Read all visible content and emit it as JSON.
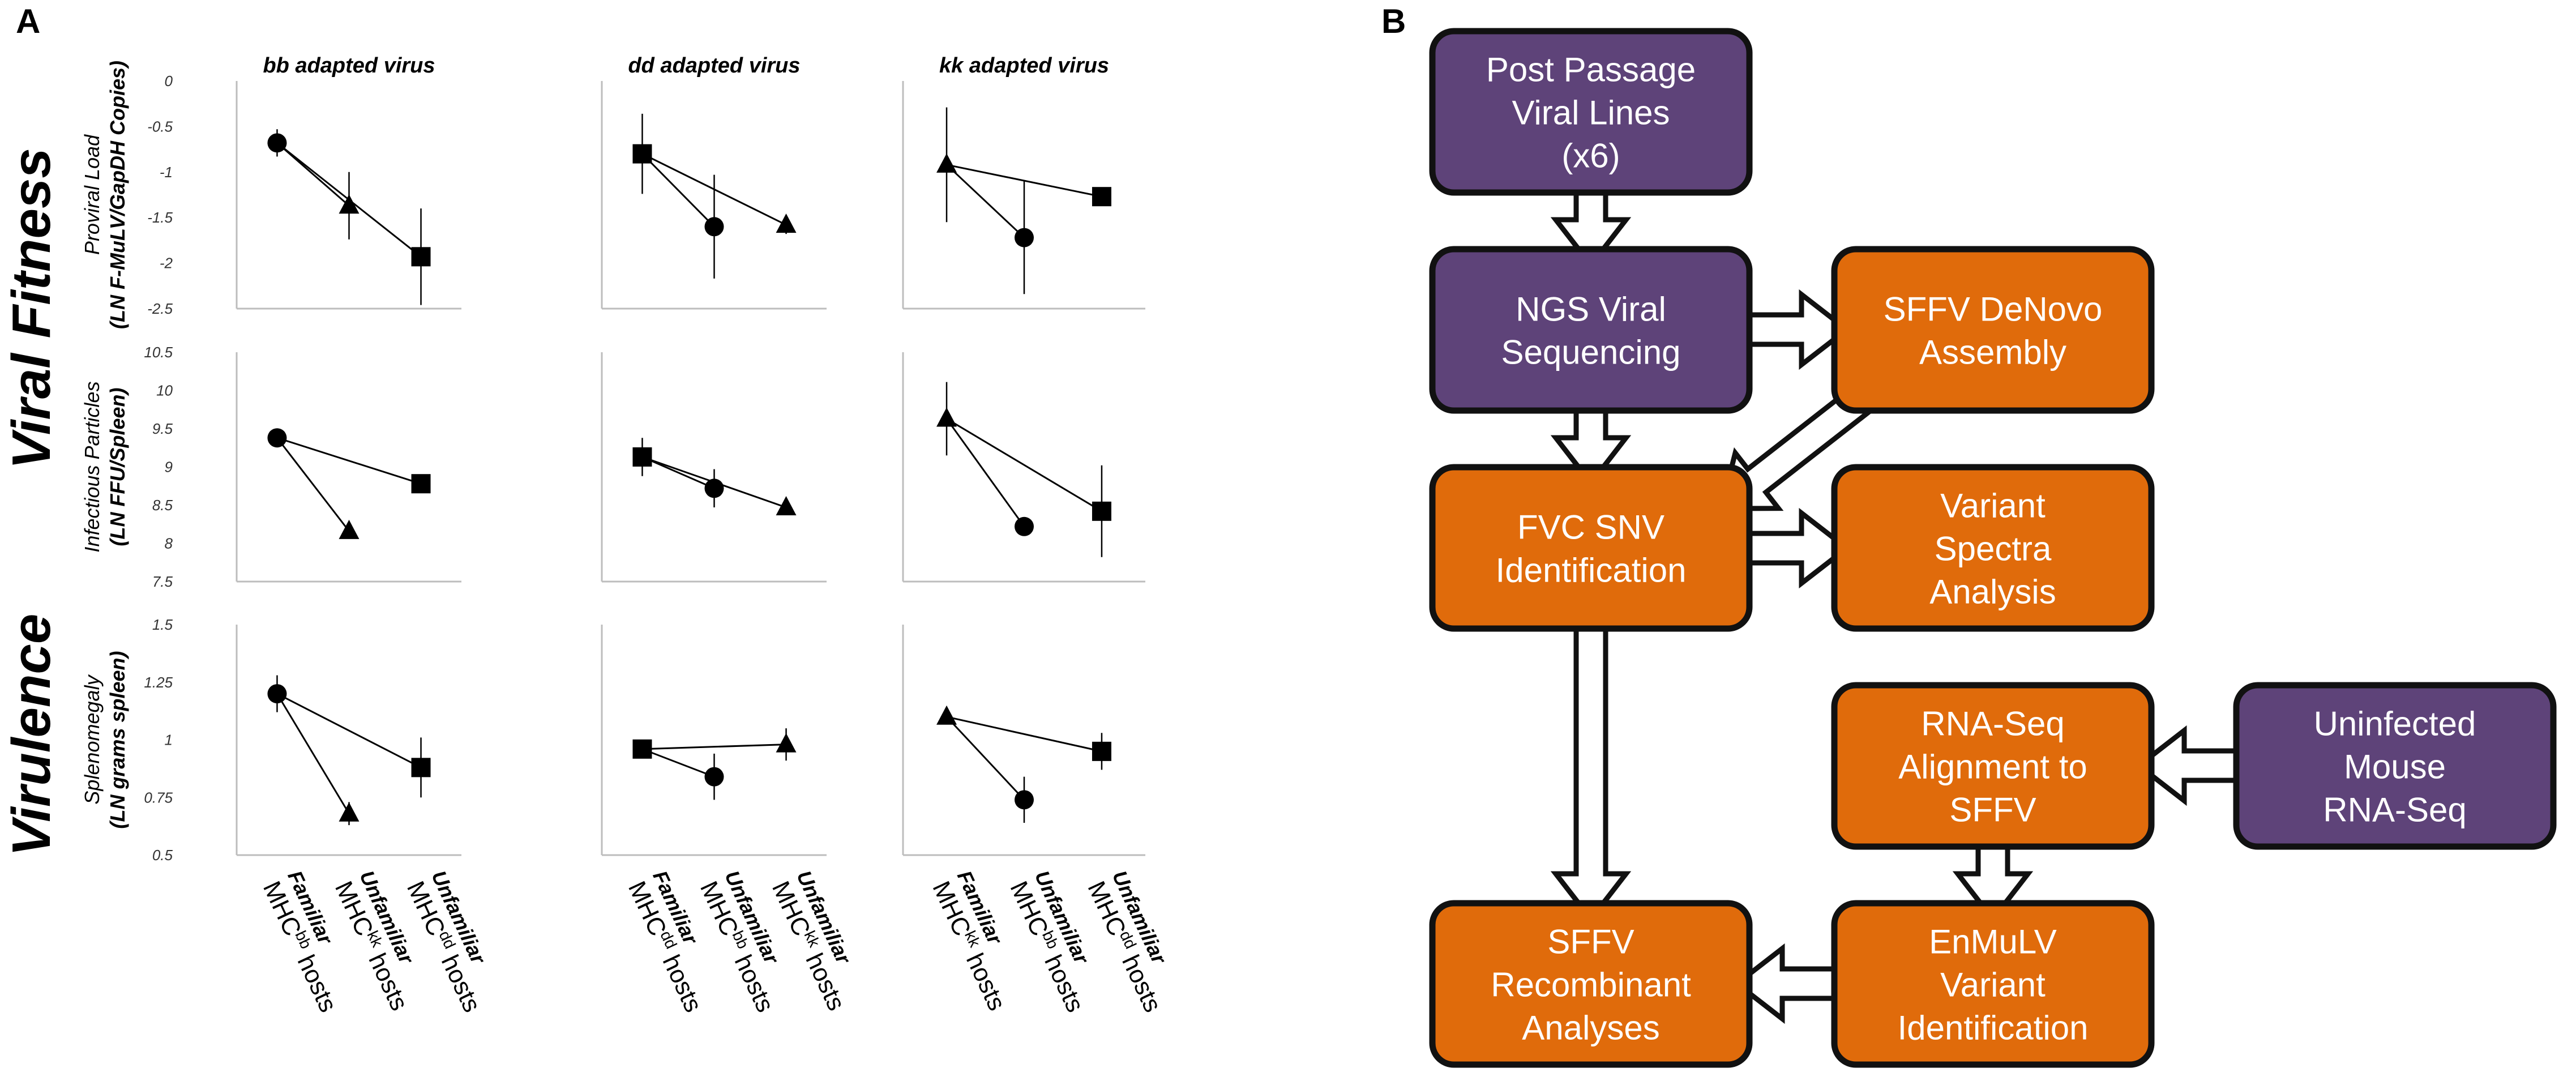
{
  "panels": {
    "a": "A",
    "b": "B"
  },
  "row_group_labels": {
    "fitness": "Viral Fitness",
    "virulence": "Virulence"
  },
  "row_axis_labels": [
    [
      "Proviral Load",
      "(LN F-MuLV/GapDH Copies)"
    ],
    [
      "Infectious Particles",
      "(LN FFU/Spleen)"
    ],
    [
      "Splenomegaly",
      "(LN grams spleen)"
    ]
  ],
  "column_titles": [
    "bb adapted virus",
    "dd adapted virus",
    "kk adapted virus"
  ],
  "x_labels": [
    [
      {
        "line1": "Familiar",
        "pre": "MHC",
        "sup": "bb",
        "post": " hosts"
      },
      {
        "line1": "Unfamiliar",
        "pre": "MHC",
        "sup": "kk",
        "post": " hosts"
      },
      {
        "line1": "Unfamiliar",
        "pre": "MHC",
        "sup": "dd",
        "post": " hosts"
      }
    ],
    [
      {
        "line1": "Familiar",
        "pre": "MHC",
        "sup": "dd",
        "post": " hosts"
      },
      {
        "line1": "Unfamiliar",
        "pre": "MHC",
        "sup": "bb",
        "post": " hosts"
      },
      {
        "line1": "Unfamiliar",
        "pre": "MHC",
        "sup": "kk",
        "post": " hosts"
      }
    ],
    [
      {
        "line1": "Familiar",
        "pre": "MHC",
        "sup": "kk",
        "post": " hosts"
      },
      {
        "line1": "Unfamiliar",
        "pre": "MHC",
        "sup": "bb",
        "post": " hosts"
      },
      {
        "line1": "Unfamiliar",
        "pre": "MHC",
        "sup": "dd",
        "post": " hosts"
      }
    ]
  ],
  "chart_data": {
    "type": "scatter",
    "layout": "3x3 small multiples",
    "rows": [
      {
        "ylim": [
          -2.5,
          0
        ],
        "yticks": [
          "0",
          "-0.5",
          "-1",
          "-1.5",
          "-2",
          "-2.5"
        ],
        "ytick_values": [
          0,
          -0.5,
          -1,
          -1.5,
          -2,
          -2.5
        ]
      },
      {
        "ylim": [
          7.5,
          10.5
        ],
        "yticks": [
          "10.5",
          "10",
          "9.5",
          "9",
          "8.5",
          "8",
          "7.5"
        ],
        "ytick_values": [
          10.5,
          10,
          9.5,
          9,
          8.5,
          8,
          7.5
        ]
      },
      {
        "ylim": [
          0.5,
          1.5
        ],
        "yticks": [
          "1.5",
          "1.25",
          "1",
          "0.75",
          "0.5"
        ],
        "ytick_values": [
          1.5,
          1.25,
          1,
          0.75,
          0.5
        ]
      }
    ],
    "panels": [
      {
        "row": 0,
        "col": 0,
        "points": [
          {
            "x": 1,
            "y": -0.68,
            "err": 0.15,
            "marker": "circle"
          },
          {
            "x": 2,
            "y": -1.37,
            "err": 0.37,
            "marker": "triangle"
          },
          {
            "x": 3,
            "y": -1.93,
            "err": 0.53,
            "marker": "square"
          }
        ]
      },
      {
        "row": 0,
        "col": 1,
        "points": [
          {
            "x": 1,
            "y": -0.8,
            "err": 0.44,
            "marker": "square"
          },
          {
            "x": 2,
            "y": -1.6,
            "err": 0.57,
            "marker": "circle"
          },
          {
            "x": 3,
            "y": -1.58,
            "err": 0.1,
            "marker": "triangle"
          }
        ]
      },
      {
        "row": 0,
        "col": 2,
        "points": [
          {
            "x": 1,
            "y": -0.92,
            "err": 0.63,
            "marker": "triangle"
          },
          {
            "x": 2,
            "y": -1.72,
            "err": 0.62,
            "marker": "circle"
          },
          {
            "x": 3,
            "y": -1.27,
            "err": 0.05,
            "marker": "square"
          }
        ]
      },
      {
        "row": 1,
        "col": 0,
        "points": [
          {
            "x": 1,
            "y": 9.38,
            "err": 0.05,
            "marker": "circle"
          },
          {
            "x": 2,
            "y": 8.16,
            "err": 0.05,
            "marker": "triangle"
          },
          {
            "x": 3,
            "y": 8.78,
            "err": 0.05,
            "marker": "square"
          }
        ]
      },
      {
        "row": 1,
        "col": 1,
        "points": [
          {
            "x": 1,
            "y": 9.13,
            "err": 0.25,
            "marker": "square"
          },
          {
            "x": 2,
            "y": 8.72,
            "err": 0.25,
            "marker": "circle"
          },
          {
            "x": 3,
            "y": 8.47,
            "err": 0.05,
            "marker": "triangle"
          }
        ]
      },
      {
        "row": 1,
        "col": 2,
        "points": [
          {
            "x": 1,
            "y": 9.63,
            "err": 0.48,
            "marker": "triangle"
          },
          {
            "x": 2,
            "y": 8.22,
            "err": 0.05,
            "marker": "circle"
          },
          {
            "x": 3,
            "y": 8.42,
            "err": 0.6,
            "marker": "square"
          }
        ]
      },
      {
        "row": 2,
        "col": 0,
        "points": [
          {
            "x": 1,
            "y": 1.2,
            "err": 0.08,
            "marker": "circle"
          },
          {
            "x": 2,
            "y": 0.68,
            "err": 0.05,
            "marker": "triangle"
          },
          {
            "x": 3,
            "y": 0.88,
            "err": 0.13,
            "marker": "square"
          }
        ]
      },
      {
        "row": 2,
        "col": 1,
        "points": [
          {
            "x": 1,
            "y": 0.96,
            "err": 0.02,
            "marker": "square"
          },
          {
            "x": 2,
            "y": 0.84,
            "err": 0.1,
            "marker": "circle"
          },
          {
            "x": 3,
            "y": 0.98,
            "err": 0.07,
            "marker": "triangle"
          }
        ]
      },
      {
        "row": 2,
        "col": 2,
        "points": [
          {
            "x": 1,
            "y": 1.1,
            "err": 0.02,
            "marker": "triangle"
          },
          {
            "x": 2,
            "y": 0.74,
            "err": 0.1,
            "marker": "circle"
          },
          {
            "x": 3,
            "y": 0.95,
            "err": 0.08,
            "marker": "square"
          }
        ]
      }
    ]
  },
  "flowchart": {
    "colors": {
      "purple": "#5e4379",
      "orange": "#e06b0b",
      "border": "#111111",
      "text": "#ffffff"
    },
    "boxes": [
      {
        "id": "post-passage",
        "color": "purple",
        "lines": [
          "Post Passage",
          "Viral Lines",
          "(x6)"
        ]
      },
      {
        "id": "ngs",
        "color": "purple",
        "lines": [
          "NGS Viral",
          "Sequencing"
        ]
      },
      {
        "id": "sffv-denovo",
        "color": "orange",
        "lines": [
          "SFFV DeNovo",
          "Assembly"
        ]
      },
      {
        "id": "fvc-snv",
        "color": "orange",
        "lines": [
          "FVC SNV",
          "Identification"
        ]
      },
      {
        "id": "variant-spectra",
        "color": "orange",
        "lines": [
          "Variant",
          "Spectra",
          "Analysis"
        ]
      },
      {
        "id": "rnaseq-align",
        "color": "orange",
        "lines": [
          "RNA-Seq",
          "Alignment to",
          "SFFV"
        ]
      },
      {
        "id": "uninfected",
        "color": "purple",
        "lines": [
          "Uninfected",
          "Mouse",
          "RNA-Seq"
        ]
      },
      {
        "id": "sffv-recomb",
        "color": "orange",
        "lines": [
          "SFFV",
          "Recombinant",
          "Analyses"
        ]
      },
      {
        "id": "enmulv",
        "color": "orange",
        "lines": [
          "EnMuLV",
          "Variant",
          "Identification"
        ]
      }
    ]
  }
}
